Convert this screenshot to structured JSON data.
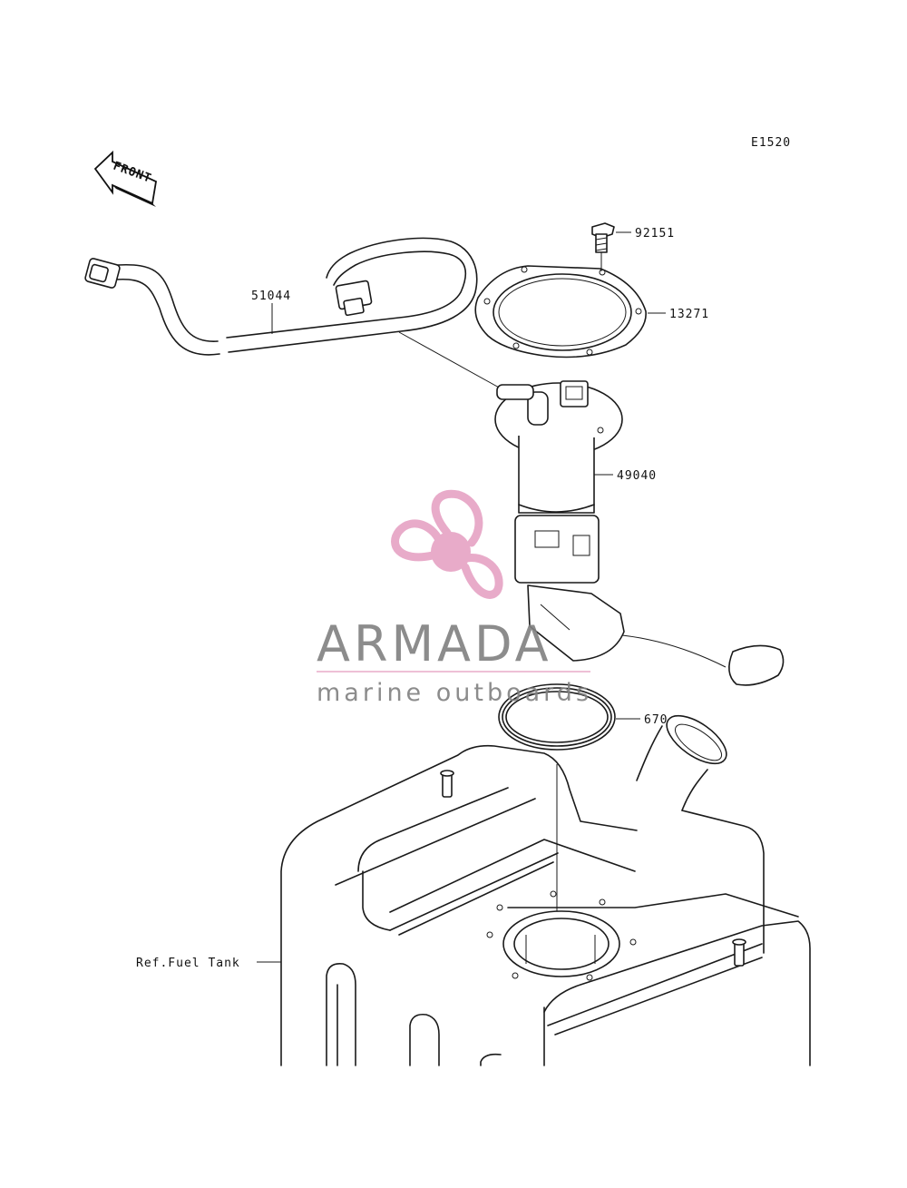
{
  "diagram": {
    "code": "E1520",
    "front_label": "FRONT",
    "parts": {
      "screw": "92151",
      "plate": "13271",
      "hose": "51044",
      "pump": "49040",
      "gasket": "670",
      "tank": "Ref.Fuel Tank"
    }
  },
  "watermark": {
    "brand": "ARMADA",
    "tagline": "marine outboards",
    "colors": {
      "pink": "#e6a3c4",
      "gray": "#808080"
    }
  }
}
